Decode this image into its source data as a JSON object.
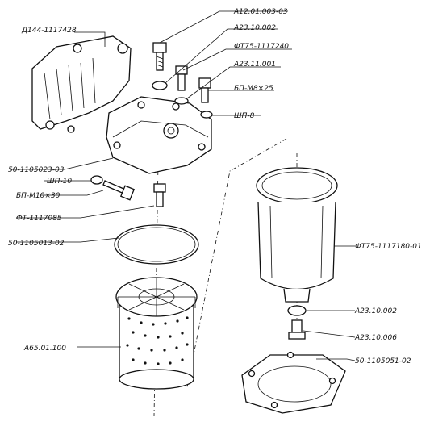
{
  "diagram": {
    "colors": {
      "ink": "#111111",
      "paper": "#ffffff"
    },
    "labels": {
      "bracket": "Д144-1117428",
      "bolt_a12": "А12.01.003-03",
      "washer_a23_002_top": "А23.10.002",
      "bolt_ft75": "ФТ75-1117240",
      "washer_a23_001": "А23.11.001",
      "bolt_m8": "БП-М8×25",
      "washer_shp8": "ШП-8",
      "cover": "50-1105023-03",
      "washer_shp10": "ШП-10",
      "bolt_m10": "БП-М10×30",
      "nipple": "ФТ-1117085",
      "gasket": "50-1105013-02",
      "element": "А65.01.100",
      "housing": "ФТ75-1117180-01",
      "washer_a23_002_bot": "А23.10.002",
      "plug": "А23.10.006",
      "flange": "50-1105051-02"
    }
  }
}
